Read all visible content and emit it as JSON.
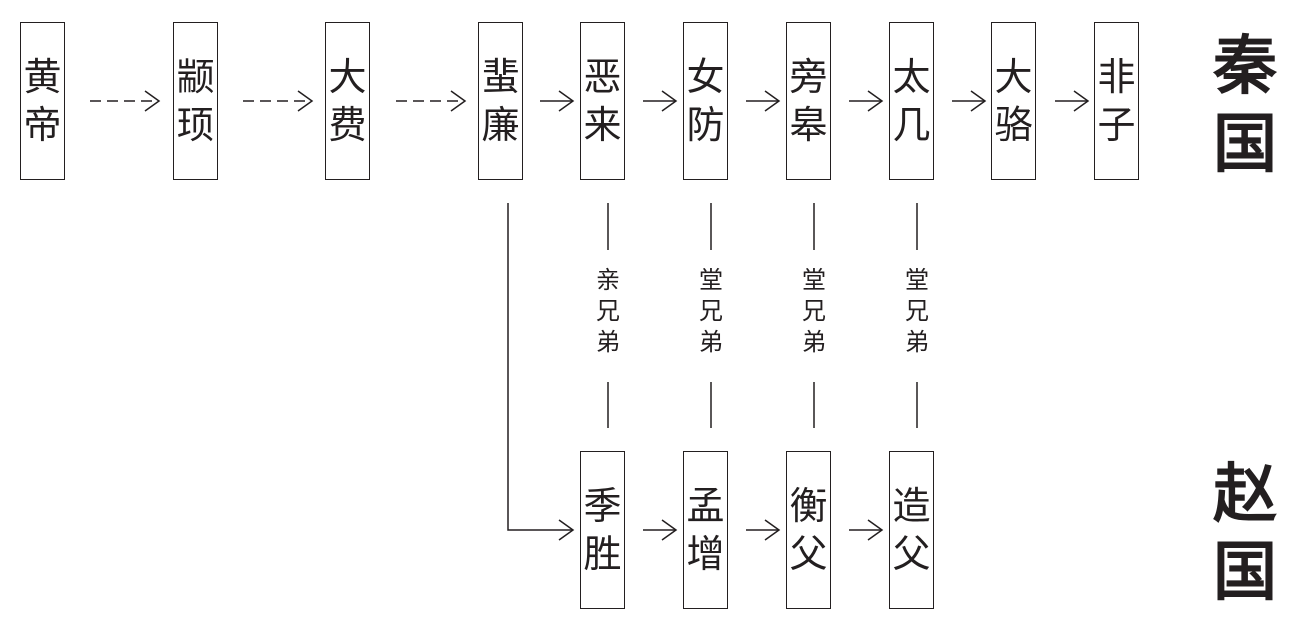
{
  "qin_line": [
    {
      "chars": [
        "黄",
        "帝"
      ]
    },
    {
      "chars": [
        "颛",
        "顼"
      ]
    },
    {
      "chars": [
        "大",
        "费"
      ]
    },
    {
      "chars": [
        "蜚",
        "廉"
      ]
    },
    {
      "chars": [
        "恶",
        "来"
      ]
    },
    {
      "chars": [
        "女",
        "防"
      ]
    },
    {
      "chars": [
        "旁",
        "皋"
      ]
    },
    {
      "chars": [
        "太",
        "几"
      ]
    },
    {
      "chars": [
        "大",
        "骆"
      ]
    },
    {
      "chars": [
        "非",
        "子"
      ]
    }
  ],
  "zhao_line": [
    {
      "chars": [
        "季",
        "胜"
      ]
    },
    {
      "chars": [
        "孟",
        "增"
      ]
    },
    {
      "chars": [
        "衡",
        "父"
      ]
    },
    {
      "chars": [
        "造",
        "父"
      ]
    }
  ],
  "relations": [
    {
      "chars": [
        "亲",
        "兄",
        "弟"
      ]
    },
    {
      "chars": [
        "堂",
        "兄",
        "弟"
      ]
    },
    {
      "chars": [
        "堂",
        "兄",
        "弟"
      ]
    },
    {
      "chars": [
        "堂",
        "兄",
        "弟"
      ]
    }
  ],
  "states": {
    "qin": [
      "秦",
      "国"
    ],
    "zhao": [
      "赵",
      "国"
    ]
  }
}
